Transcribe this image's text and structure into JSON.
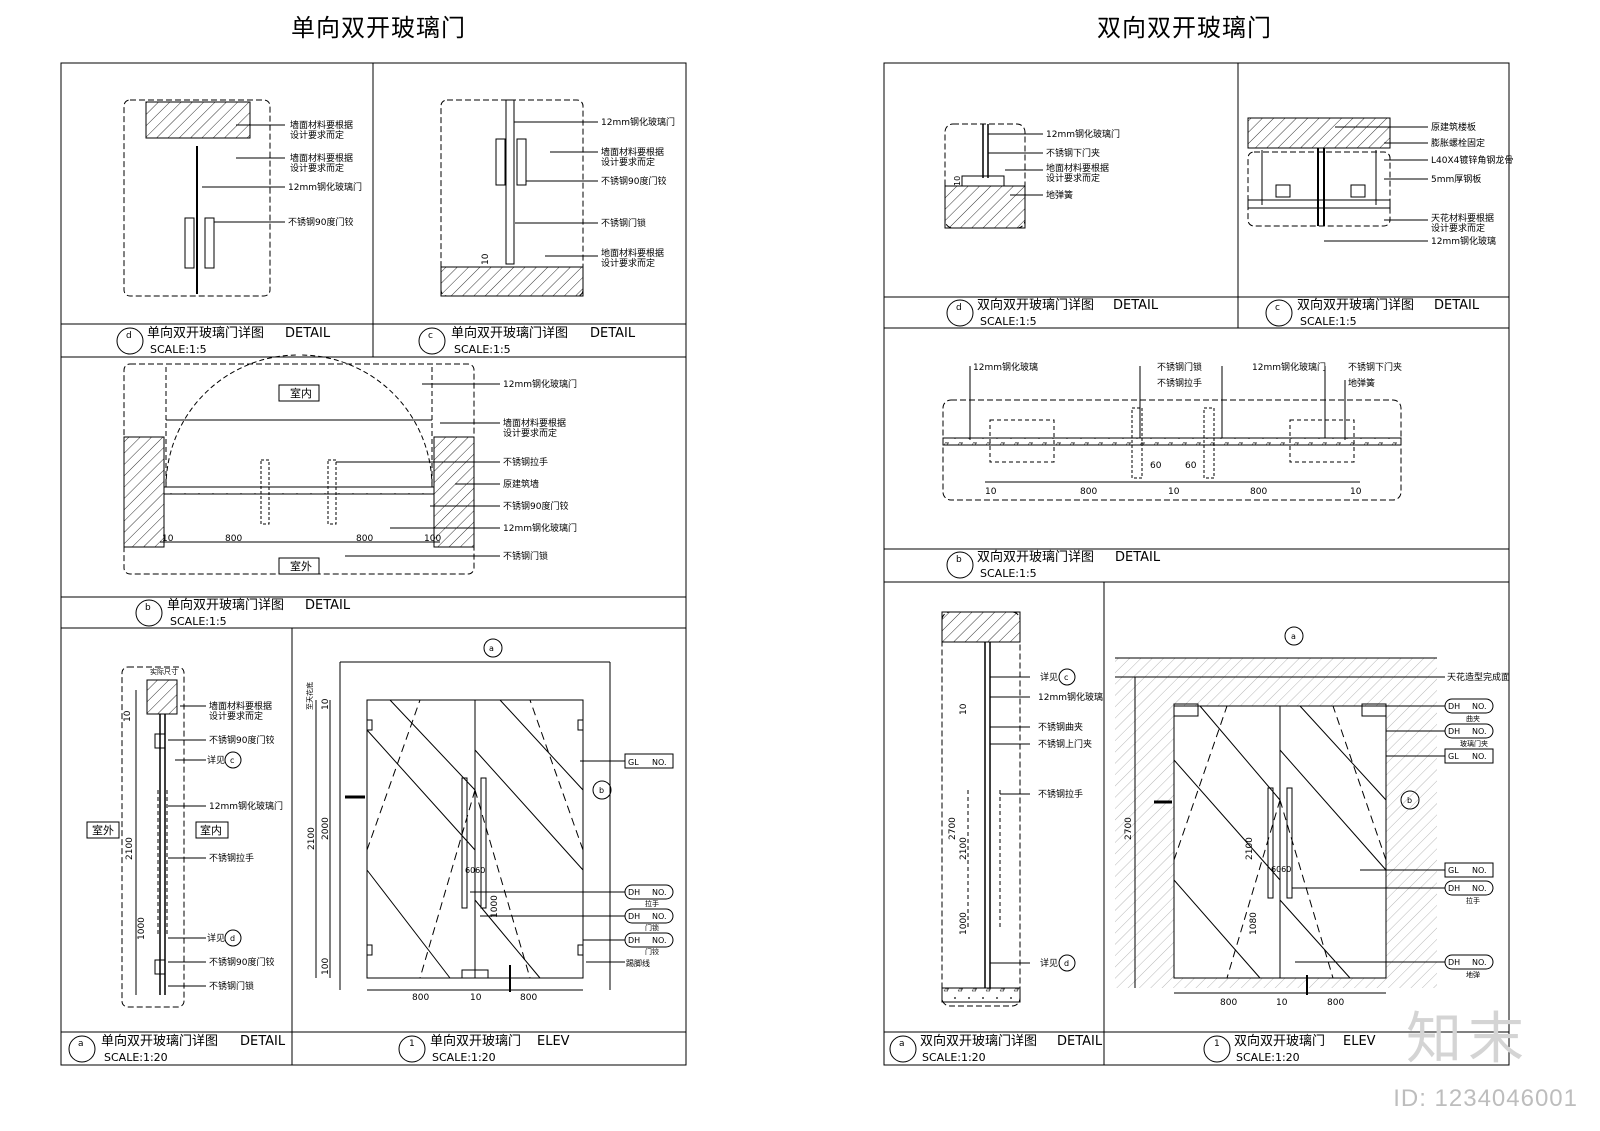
{
  "titles": {
    "left": "单向双开玻璃门",
    "right": "双向双开玻璃门"
  },
  "panels": {
    "L_d": {
      "tag": "d",
      "title": "单向双开玻璃门详图",
      "en": "DETAIL",
      "scale": "SCALE:1:5"
    },
    "L_c": {
      "tag": "c",
      "title": "单向双开玻璃门详图",
      "en": "DETAIL",
      "scale": "SCALE:1:5"
    },
    "L_b": {
      "tag": "b",
      "title": "单向双开玻璃门详图",
      "en": "DETAIL",
      "scale": "SCALE:1:5"
    },
    "L_a": {
      "tag": "a",
      "title": "单向双开玻璃门详图",
      "en": "DETAIL",
      "scale": "SCALE:1:20"
    },
    "L_1": {
      "tag": "1",
      "title": "单向双开玻璃门",
      "en": "ELEV",
      "scale": "SCALE:1:20"
    },
    "R_d": {
      "tag": "d",
      "title": "双向双开玻璃门详图",
      "en": "DETAIL",
      "scale": "SCALE:1:5"
    },
    "R_c": {
      "tag": "c",
      "title": "双向双开玻璃门详图",
      "en": "DETAIL",
      "scale": "SCALE:1:5"
    },
    "R_b": {
      "tag": "b",
      "title": "双向双开玻璃门详图",
      "en": "DETAIL",
      "scale": "SCALE:1:5"
    },
    "R_a": {
      "tag": "a",
      "title": "双向双开玻璃门详图",
      "en": "DETAIL",
      "scale": "SCALE:1:20"
    },
    "R_1": {
      "tag": "1",
      "title": "双向双开玻璃门",
      "en": "ELEV",
      "scale": "SCALE:1:20"
    }
  },
  "labels": {
    "wall_material_1": "墙面材料要根据",
    "wall_material_2": "设计要求而定",
    "floor_material_1": "地面材料要根据",
    "floor_material_2": "设计要求而定",
    "ceiling_material_1": "天花材料要根据",
    "ceiling_material_2": "设计要求而定",
    "glass_12mm": "12mm钢化玻璃门",
    "glass_12mm_b": "12mm钢化玻璃",
    "hinge_90": "不锈钢90度门铰",
    "lock": "不锈钢门锁",
    "handle": "不锈钢拉手",
    "wall_orig": "原建筑墙",
    "slab_orig": "原建筑楼板",
    "bottom_clamp": "不锈钢下门夹",
    "top_clamp": "不锈钢上门夹",
    "curve_clamp": "不锈钢曲夹",
    "floor_spring": "地弹簧",
    "expansion_bolt": "膨胀螺栓固定",
    "angle_keel": "L40X4镀锌角钢龙骨",
    "steel_plate": "5mm厚钢板",
    "ceiling_finish": "天花造型完成面",
    "indoor": "室内",
    "outdoor": "室外",
    "see": "详见",
    "actual_size": "实际尺寸",
    "top_height": "至天花底",
    "tag_pull": "拉手",
    "tag_lock": "门锁",
    "tag_hinge": "门铰",
    "tag_kick": "踢脚线",
    "tag_curve": "曲夹",
    "tag_glassclip": "玻璃门夹",
    "tag_spring": "地弹",
    "DH": "DH",
    "GL": "GL",
    "NO": "NO."
  },
  "dims": {
    "d800": "800",
    "d10": "10",
    "d60": "60",
    "d100": "100",
    "d1000": "1000",
    "d2100": "2100",
    "d2000": "2000",
    "d2700": "2700",
    "d1080": "1080",
    "d6060": "6060"
  },
  "watermark": {
    "logo": "知末",
    "id": "ID: 1234046001"
  }
}
